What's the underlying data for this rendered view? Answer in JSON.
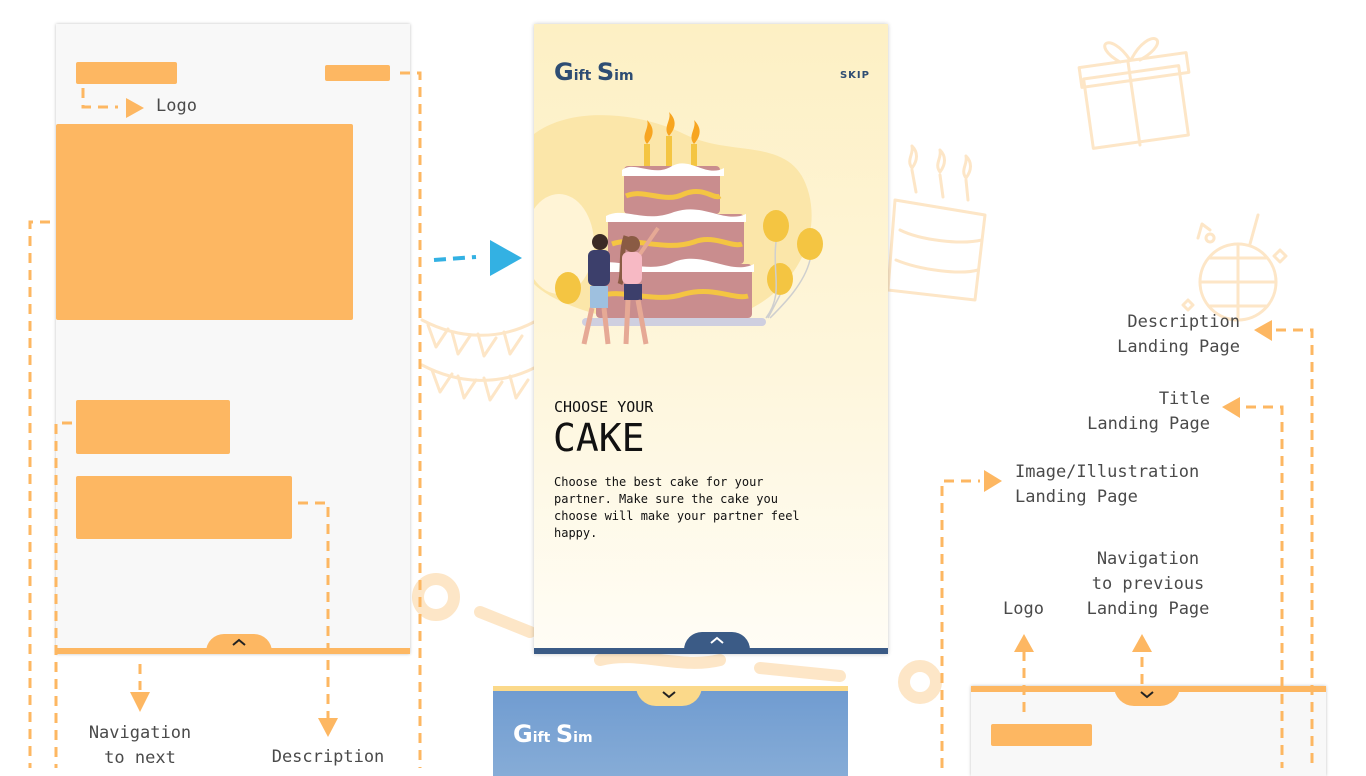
{
  "colors": {
    "accent": "#fdb762",
    "arrow_blue": "#33b1e3",
    "brand_blue": "#2e4d73",
    "decor": "#fde6c7"
  },
  "annotations": {
    "logo_left": "Logo",
    "nav_next": "Navigation\nto next",
    "description_bottom": "Description",
    "description_landing": "Description\nLanding Page",
    "title_landing": "Title\nLanding Page",
    "image_landing": "Image/Illustration\nLanding Page",
    "nav_previous": "Navigation\nto previous\nLanding Page",
    "logo_right": "Logo"
  },
  "mockup": {
    "brand_g": "G",
    "brand_ift": "ift",
    "brand_s": "S",
    "brand_im": "im",
    "skip": "SKIP",
    "subtitle": "CHOOSE YOUR",
    "title": "CAKE",
    "description": "Choose the best cake for your partner. Make sure the cake you choose will make your partner feel happy."
  },
  "mockup2": {
    "brand_g": "G",
    "brand_ift": "ift",
    "brand_s": "S",
    "brand_im": "im"
  },
  "icons": {
    "swipe_up": "chevron-up-icon",
    "swipe_down": "chevron-down-icon",
    "flow_arrow": "arrow-right-icon"
  }
}
